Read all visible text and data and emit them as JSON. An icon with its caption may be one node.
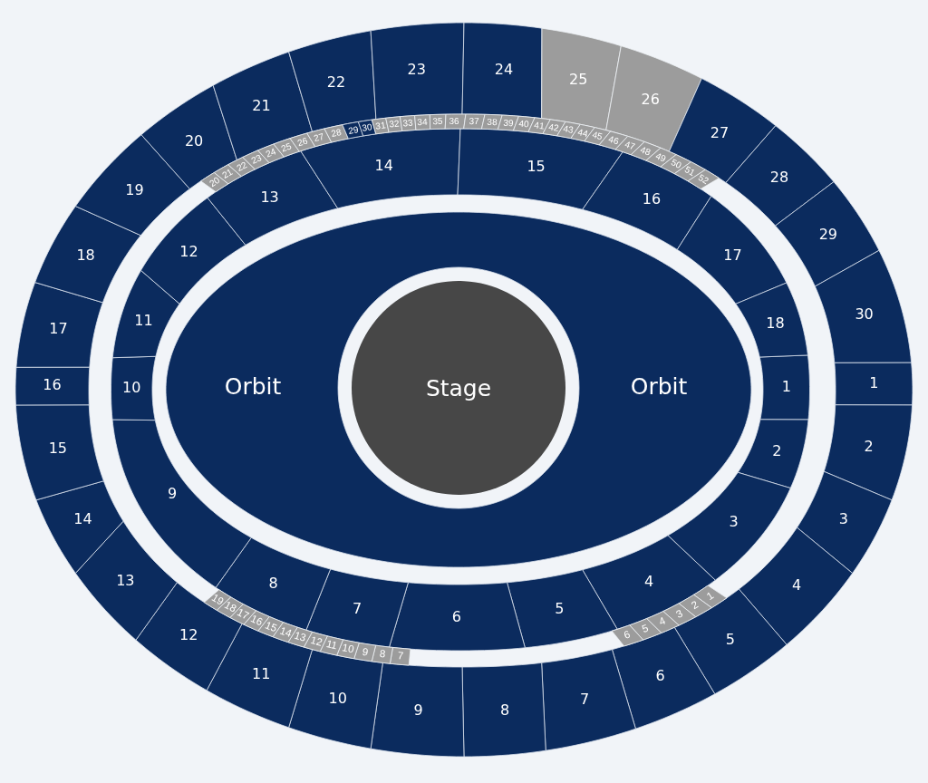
{
  "diagram": {
    "nodes": [
      {
        "text": [
          "1"
        ]
      },
      {
        "text": [
          "2"
        ]
      },
      {
        "text": [
          "3"
        ]
      },
      {
        "text": [
          "4"
        ]
      },
      {
        "text": [
          "5"
        ]
      },
      {
        "text": [
          "6"
        ]
      },
      {
        "text": [
          "7"
        ]
      },
      {
        "text": [
          "8"
        ]
      },
      {
        "text": [
          "9"
        ]
      },
      {
        "text": [
          "10"
        ]
      },
      {
        "text": [
          "11"
        ]
      },
      {
        "text": [
          "12"
        ]
      },
      {
        "text": [
          "13"
        ]
      },
      {
        "text": [
          "14"
        ]
      },
      {
        "text": [
          "15"
        ]
      },
      {
        "text": [
          "16"
        ]
      },
      {
        "text": [
          "17"
        ]
      },
      {
        "text": [
          "18"
        ]
      },
      {
        "text": [
          "19"
        ]
      },
      {
        "text": [
          "20"
        ]
      },
      {
        "text": [
          "21"
        ]
      },
      {
        "text": [
          "22"
        ]
      },
      {
        "text": [
          "23"
        ]
      },
      {
        "text": [
          "24"
        ]
      },
      {
        "text": [
          "25"
        ]
      },
      {
        "text": [
          "26"
        ]
      },
      {
        "text": [
          "27"
        ]
      },
      {
        "text": [
          "28"
        ]
      },
      {
        "text": [
          "29"
        ]
      },
      {
        "text": [
          "30"
        ]
      },
      {
        "text": [
          "1"
        ]
      },
      {
        "text": [
          "2"
        ]
      },
      {
        "text": [
          "3"
        ]
      },
      {
        "text": [
          "4"
        ]
      },
      {
        "text": [
          "5"
        ]
      },
      {
        "text": [
          "6"
        ]
      },
      {
        "text": [
          "7"
        ]
      },
      {
        "text": [
          "8"
        ]
      },
      {
        "text": [
          "9"
        ]
      },
      {
        "text": [
          "10"
        ]
      },
      {
        "text": [
          "11"
        ]
      },
      {
        "text": [
          "12"
        ]
      },
      {
        "text": [
          "13"
        ]
      },
      {
        "text": [
          "14"
        ]
      },
      {
        "text": [
          "15"
        ]
      },
      {
        "text": [
          "16"
        ]
      },
      {
        "text": [
          "17"
        ]
      },
      {
        "text": [
          "18"
        ]
      },
      {
        "text": [
          "1"
        ]
      },
      {
        "text": [
          "2"
        ]
      },
      {
        "text": [
          "3"
        ]
      },
      {
        "text": [
          "4"
        ]
      },
      {
        "text": [
          "5"
        ]
      },
      {
        "text": [
          "6"
        ]
      },
      {
        "text": [
          "7"
        ]
      },
      {
        "text": [
          "8"
        ]
      },
      {
        "text": [
          "9"
        ]
      },
      {
        "text": [
          "10"
        ]
      },
      {
        "text": [
          "11"
        ]
      },
      {
        "text": [
          "12"
        ]
      },
      {
        "text": [
          "13"
        ]
      },
      {
        "text": [
          "14"
        ]
      },
      {
        "text": [
          "15"
        ]
      },
      {
        "text": [
          "16"
        ]
      },
      {
        "text": [
          "17"
        ]
      },
      {
        "text": [
          "18"
        ]
      },
      {
        "text": [
          "19"
        ]
      },
      {
        "text": [
          "20"
        ]
      },
      {
        "text": [
          "21"
        ]
      },
      {
        "text": [
          "22"
        ]
      },
      {
        "text": [
          "23"
        ]
      },
      {
        "text": [
          "24"
        ]
      },
      {
        "text": [
          "25"
        ]
      },
      {
        "text": [
          "26"
        ]
      },
      {
        "text": [
          "27"
        ]
      },
      {
        "text": [
          "28"
        ]
      },
      {
        "text": [
          "29"
        ]
      },
      {
        "text": [
          "30"
        ]
      },
      {
        "text": [
          "31"
        ]
      },
      {
        "text": [
          "32"
        ]
      },
      {
        "text": [
          "33"
        ]
      },
      {
        "text": [
          "34"
        ]
      },
      {
        "text": [
          "35"
        ]
      },
      {
        "text": [
          "36"
        ]
      },
      {
        "text": [
          "37"
        ]
      },
      {
        "text": [
          "38"
        ]
      },
      {
        "text": [
          "39"
        ]
      },
      {
        "text": [
          "40"
        ]
      },
      {
        "text": [
          "41"
        ]
      },
      {
        "text": [
          "42"
        ]
      },
      {
        "text": [
          "43"
        ]
      },
      {
        "text": [
          "44"
        ]
      },
      {
        "text": [
          "45"
        ]
      },
      {
        "text": [
          "46"
        ]
      },
      {
        "text": [
          "47"
        ]
      },
      {
        "text": [
          "48"
        ]
      },
      {
        "text": [
          "49"
        ]
      },
      {
        "text": [
          "50"
        ]
      },
      {
        "text": [
          "51"
        ]
      },
      {
        "text": [
          "52"
        ]
      },
      {
        "text": [
          "Orbit",
          "Orbit"
        ]
      },
      {
        "text": [
          "Stage"
        ],
        "in": 100
      }
    ]
  }
}
